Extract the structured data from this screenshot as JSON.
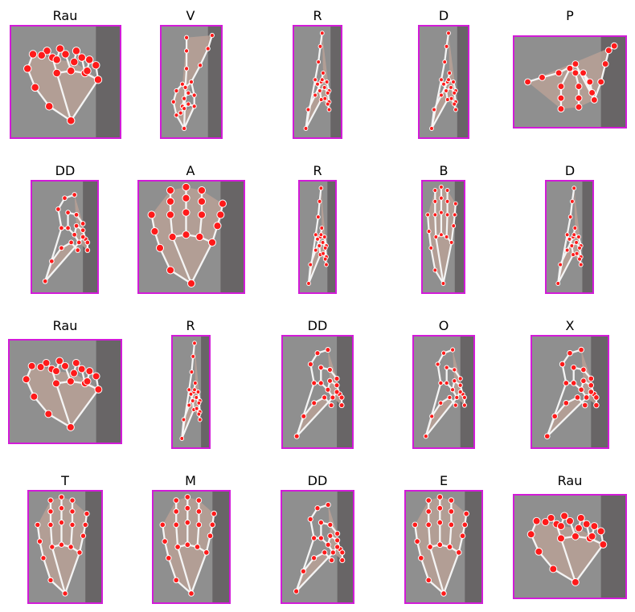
{
  "labels": [
    "Rau",
    "V",
    "R",
    "D",
    "P",
    "DD",
    "A",
    "R",
    "B",
    "D",
    "Rau",
    "R",
    "DD",
    "O",
    "X",
    "T",
    "M",
    "DD",
    "E",
    "Rau"
  ],
  "colors": {
    "frame": "#d21bd8",
    "landmark": "#ff1a1a",
    "connection": "#f4f4f4",
    "backdrop": "#8f8f8f",
    "skin": "#b9a196",
    "shadow": "#3a3235"
  },
  "icons": {
    "hand_landmark": "red-dot-icon",
    "hand_skeleton": "white-line-icon"
  }
}
